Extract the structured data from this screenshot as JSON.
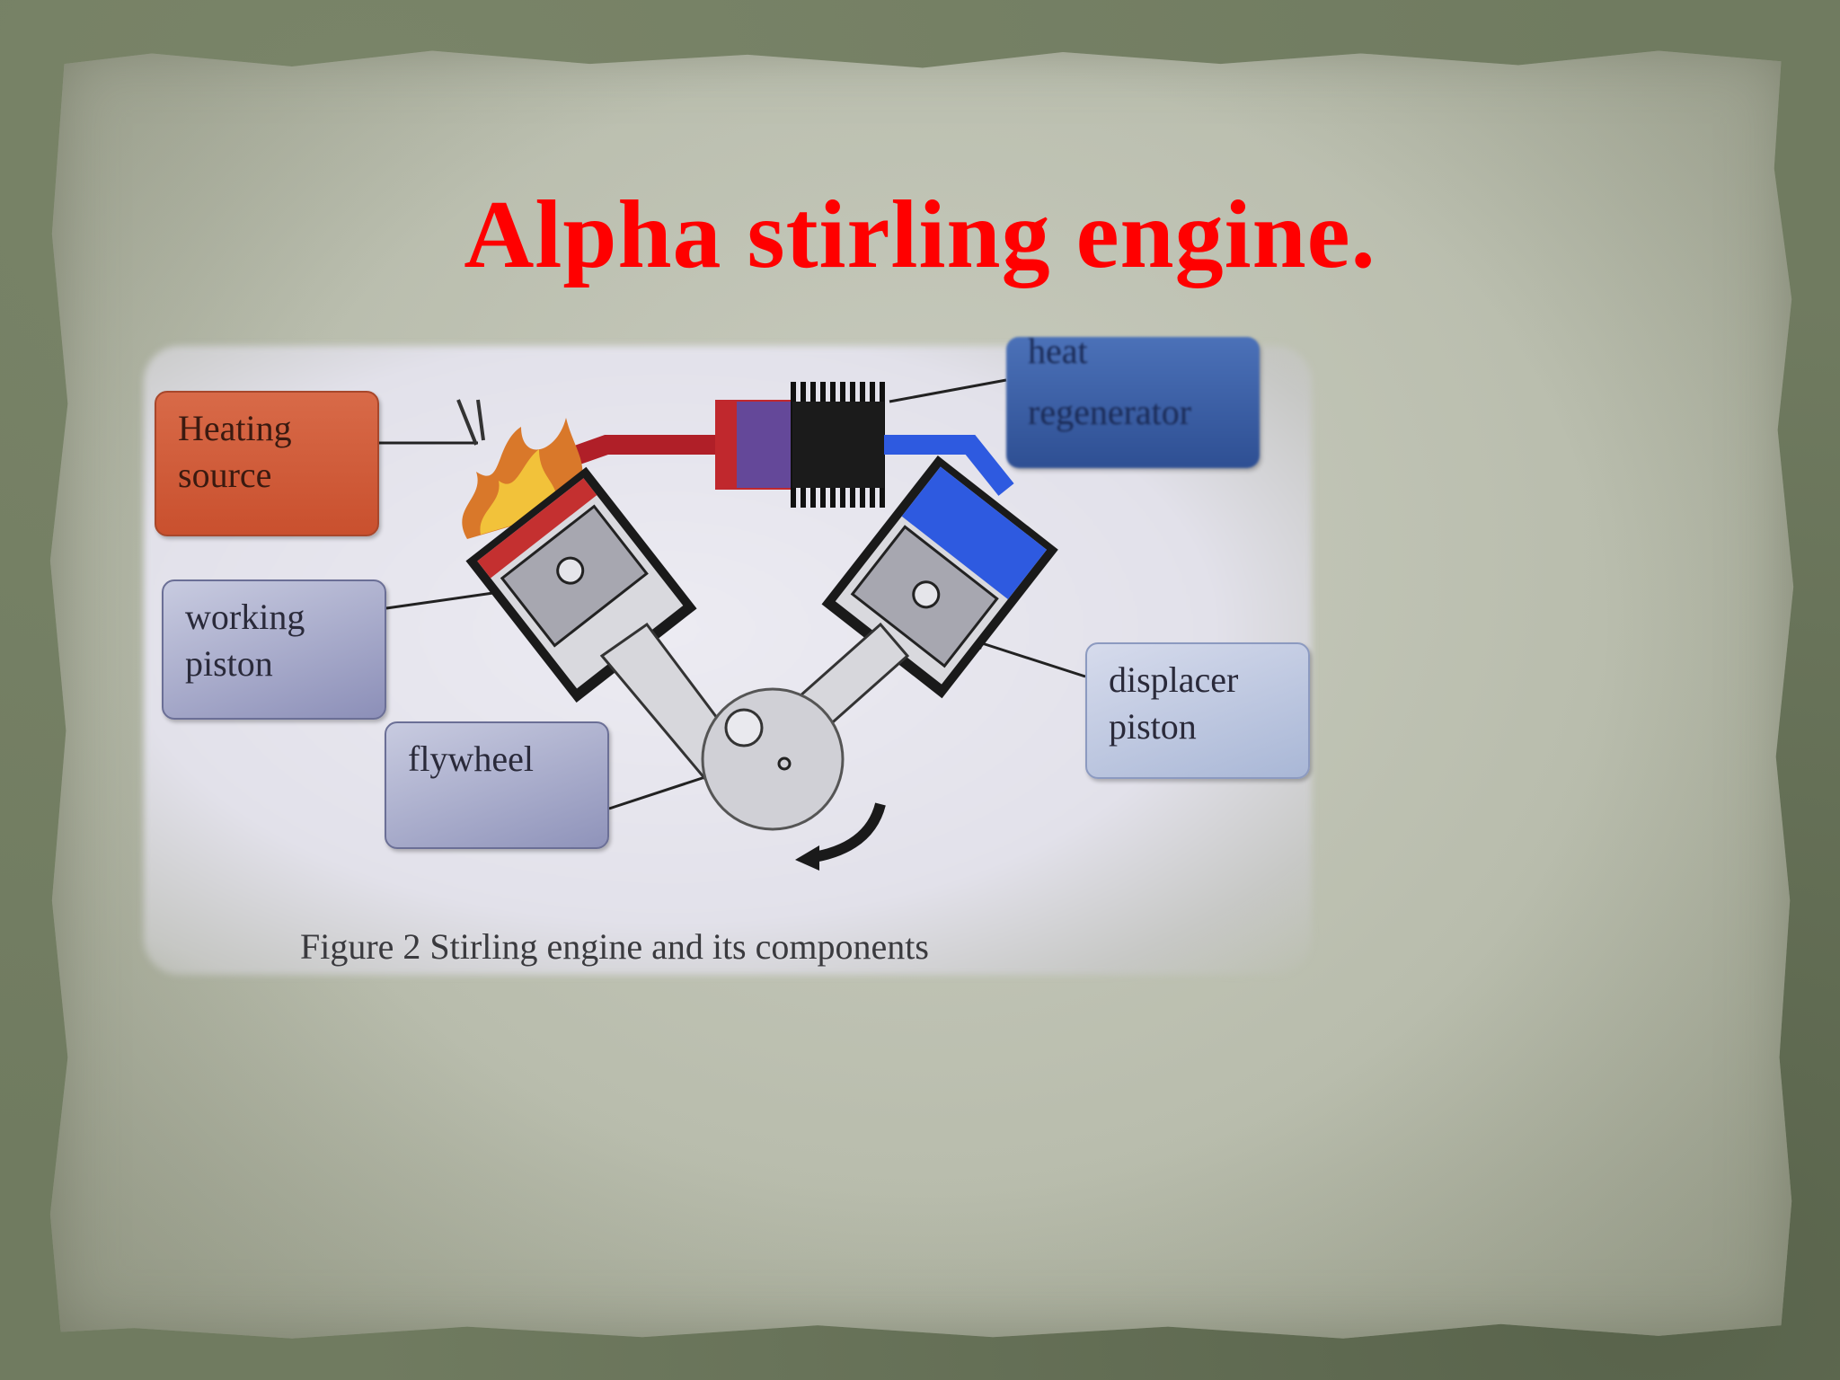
{
  "slide": {
    "title": "Alpha stirling engine."
  },
  "figure": {
    "labels": {
      "heating_source": [
        "Heating",
        "source"
      ],
      "working_piston": [
        "working",
        "piston"
      ],
      "flywheel": "flywheel",
      "regenerator_top": "heat",
      "regenerator": "regenerator",
      "displacer_piston": [
        "displacer",
        "piston"
      ]
    },
    "caption": "Figure 2 Stirling engine and its components"
  },
  "colors": {
    "title": "#ff0000",
    "hot_gas": "#c8242c",
    "cold_gas": "#2f58d8",
    "heating_callout": "#d0603c",
    "regenerator_callout": "#3a5fa8"
  }
}
